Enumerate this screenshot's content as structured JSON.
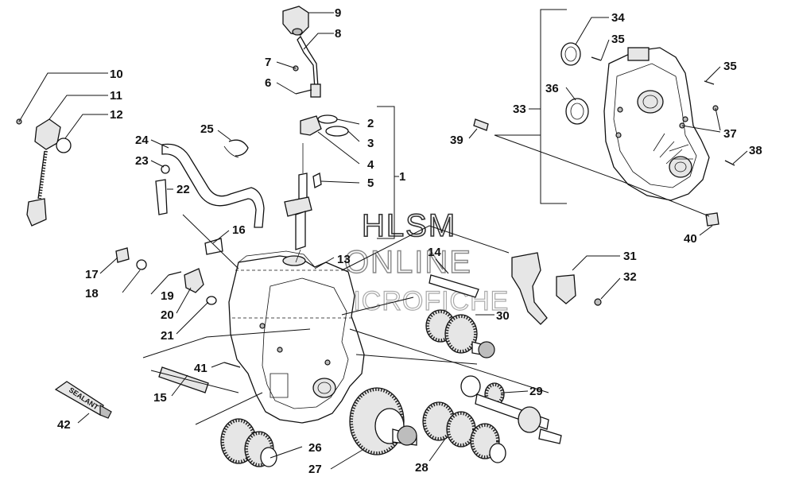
{
  "watermark": {
    "line1": "HLSM",
    "line2": "ONLINE",
    "line3": "MICROFICHE"
  },
  "tube_label": "SEALANT",
  "callouts": [
    {
      "id": "c1",
      "text": "1"
    },
    {
      "id": "c2",
      "text": "2"
    },
    {
      "id": "c3",
      "text": "3"
    },
    {
      "id": "c4",
      "text": "4"
    },
    {
      "id": "c5",
      "text": "5"
    },
    {
      "id": "c6",
      "text": "6"
    },
    {
      "id": "c7",
      "text": "7"
    },
    {
      "id": "c8",
      "text": "8"
    },
    {
      "id": "c9",
      "text": "9"
    },
    {
      "id": "c10",
      "text": "10"
    },
    {
      "id": "c11",
      "text": "11"
    },
    {
      "id": "c12",
      "text": "12"
    },
    {
      "id": "c13",
      "text": "13"
    },
    {
      "id": "c14",
      "text": "14"
    },
    {
      "id": "c15",
      "text": "15"
    },
    {
      "id": "c16",
      "text": "16"
    },
    {
      "id": "c17",
      "text": "17"
    },
    {
      "id": "c18",
      "text": "18"
    },
    {
      "id": "c19",
      "text": "19"
    },
    {
      "id": "c20",
      "text": "20"
    },
    {
      "id": "c21",
      "text": "21"
    },
    {
      "id": "c22",
      "text": "22"
    },
    {
      "id": "c23",
      "text": "23"
    },
    {
      "id": "c24",
      "text": "24"
    },
    {
      "id": "c25",
      "text": "25"
    },
    {
      "id": "c26",
      "text": "26"
    },
    {
      "id": "c27",
      "text": "27"
    },
    {
      "id": "c28",
      "text": "28"
    },
    {
      "id": "c29",
      "text": "29"
    },
    {
      "id": "c30",
      "text": "30"
    },
    {
      "id": "c31",
      "text": "31"
    },
    {
      "id": "c32",
      "text": "32"
    },
    {
      "id": "c33",
      "text": "33"
    },
    {
      "id": "c34",
      "text": "34"
    },
    {
      "id": "c35a",
      "text": "35"
    },
    {
      "id": "c35b",
      "text": "35"
    },
    {
      "id": "c36",
      "text": "36"
    },
    {
      "id": "c37",
      "text": "37"
    },
    {
      "id": "c38",
      "text": "38"
    },
    {
      "id": "c39",
      "text": "39"
    },
    {
      "id": "c40",
      "text": "40"
    },
    {
      "id": "c41",
      "text": "41"
    },
    {
      "id": "c42",
      "text": "42"
    }
  ]
}
